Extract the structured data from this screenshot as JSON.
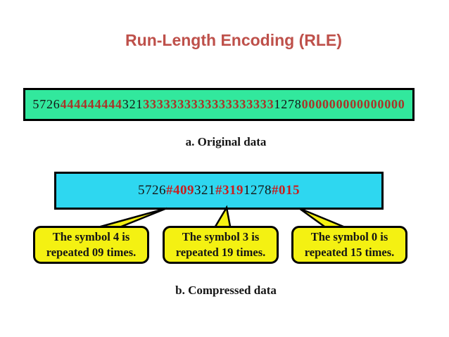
{
  "slide": {
    "title": "Run-Length Encoding (RLE)"
  },
  "original": {
    "caption": "a. Original data",
    "segments": [
      {
        "text": "5726",
        "style": "black"
      },
      {
        "text": "444444444",
        "style": "red"
      },
      {
        "text": "321",
        "style": "black"
      },
      {
        "text": "3333333333333333333",
        "style": "red"
      },
      {
        "text": "1278",
        "style": "black"
      },
      {
        "text": "000000000000000",
        "style": "red"
      }
    ]
  },
  "compressed": {
    "caption": "b. Compressed data",
    "segments": [
      {
        "text": "5726",
        "style": "black"
      },
      {
        "text": "#409",
        "style": "red"
      },
      {
        "text": "321",
        "style": "black"
      },
      {
        "text": "#319",
        "style": "red"
      },
      {
        "text": "1278",
        "style": "black"
      },
      {
        "text": "#015",
        "style": "red"
      }
    ]
  },
  "callouts": [
    {
      "line1": "The symbol 4 is",
      "line2": "repeated 09 times."
    },
    {
      "line1": "The symbol 3 is",
      "line2": "repeated 19 times."
    },
    {
      "line1": "The symbol 0 is",
      "line2": "repeated 15 times."
    }
  ],
  "colors": {
    "title": "#be504a",
    "original_box_fill": "#32e89d",
    "compressed_box_fill": "#2ed7f0",
    "callout_fill": "#f4f112",
    "run_red": "#a93428",
    "code_red": "#c81e1e",
    "text_black": "#151515"
  }
}
